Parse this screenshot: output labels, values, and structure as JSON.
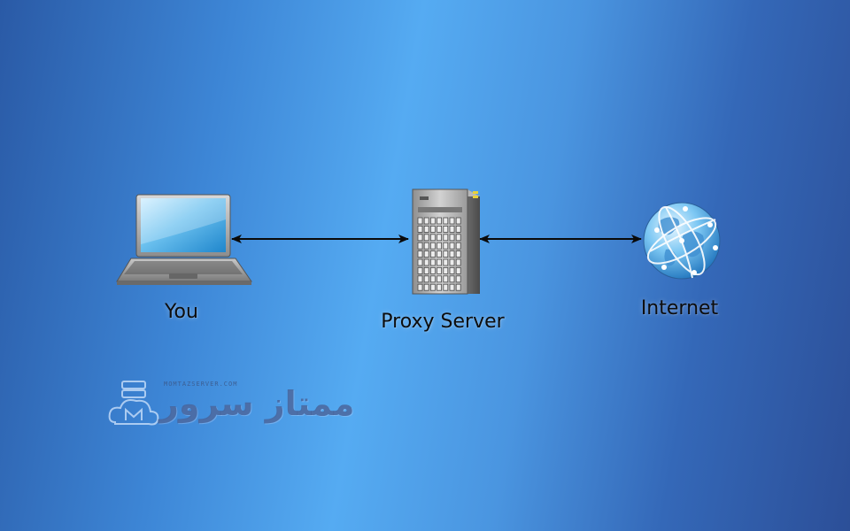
{
  "diagram": {
    "nodes": [
      {
        "id": "you",
        "label": "You",
        "icon": "laptop-icon"
      },
      {
        "id": "proxy",
        "label": "Proxy Server",
        "icon": "server-icon"
      },
      {
        "id": "internet",
        "label": "Internet",
        "icon": "globe-icon"
      }
    ],
    "edges": [
      {
        "from": "you",
        "to": "proxy",
        "direction": "both"
      },
      {
        "from": "proxy",
        "to": "internet",
        "direction": "both"
      }
    ]
  },
  "watermark": {
    "url": "MOMTAZSERVER.COM",
    "name": "ممتاز سرور"
  },
  "colors": {
    "arrow": "#0a0a0a",
    "label": "#0d0d0d",
    "bg_light": "#55abf2",
    "bg_dark": "#2a5aa6"
  }
}
